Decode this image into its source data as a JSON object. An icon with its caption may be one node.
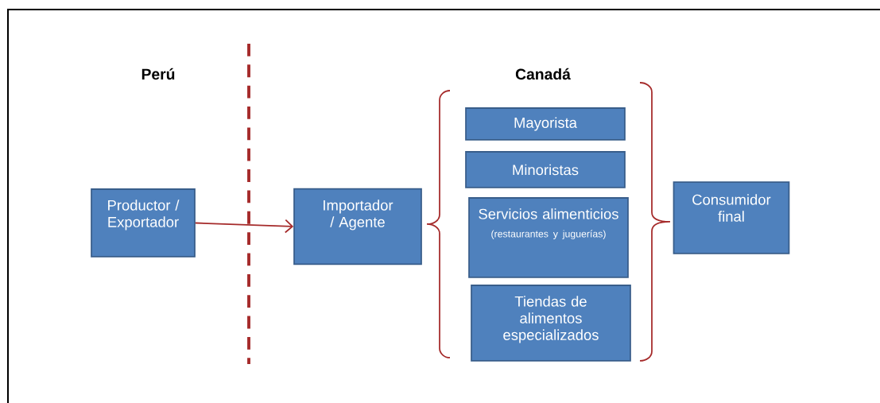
{
  "diagram": {
    "nodes": [
      {
        "text": [
          "Productor / Exportador"
        ]
      },
      {
        "text": [
          "Importador / Agente"
        ]
      },
      {
        "text": [
          "Mayorista"
        ]
      },
      {
        "text": [
          "Minoristas"
        ]
      },
      {
        "text": [
          "Servicios alimenticios",
          "(restaurantes y juguerías)"
        ]
      },
      {
        "text": [
          "Tiendas de alimentos especializados"
        ]
      },
      {
        "text": [
          "Consumidor final"
        ]
      }
    ],
    "edges": [
      {
        "from": 0,
        "to": 1,
        "arrow": "to"
      }
    ],
    "labels": [
      "Perú",
      "Canadá"
    ]
  }
}
